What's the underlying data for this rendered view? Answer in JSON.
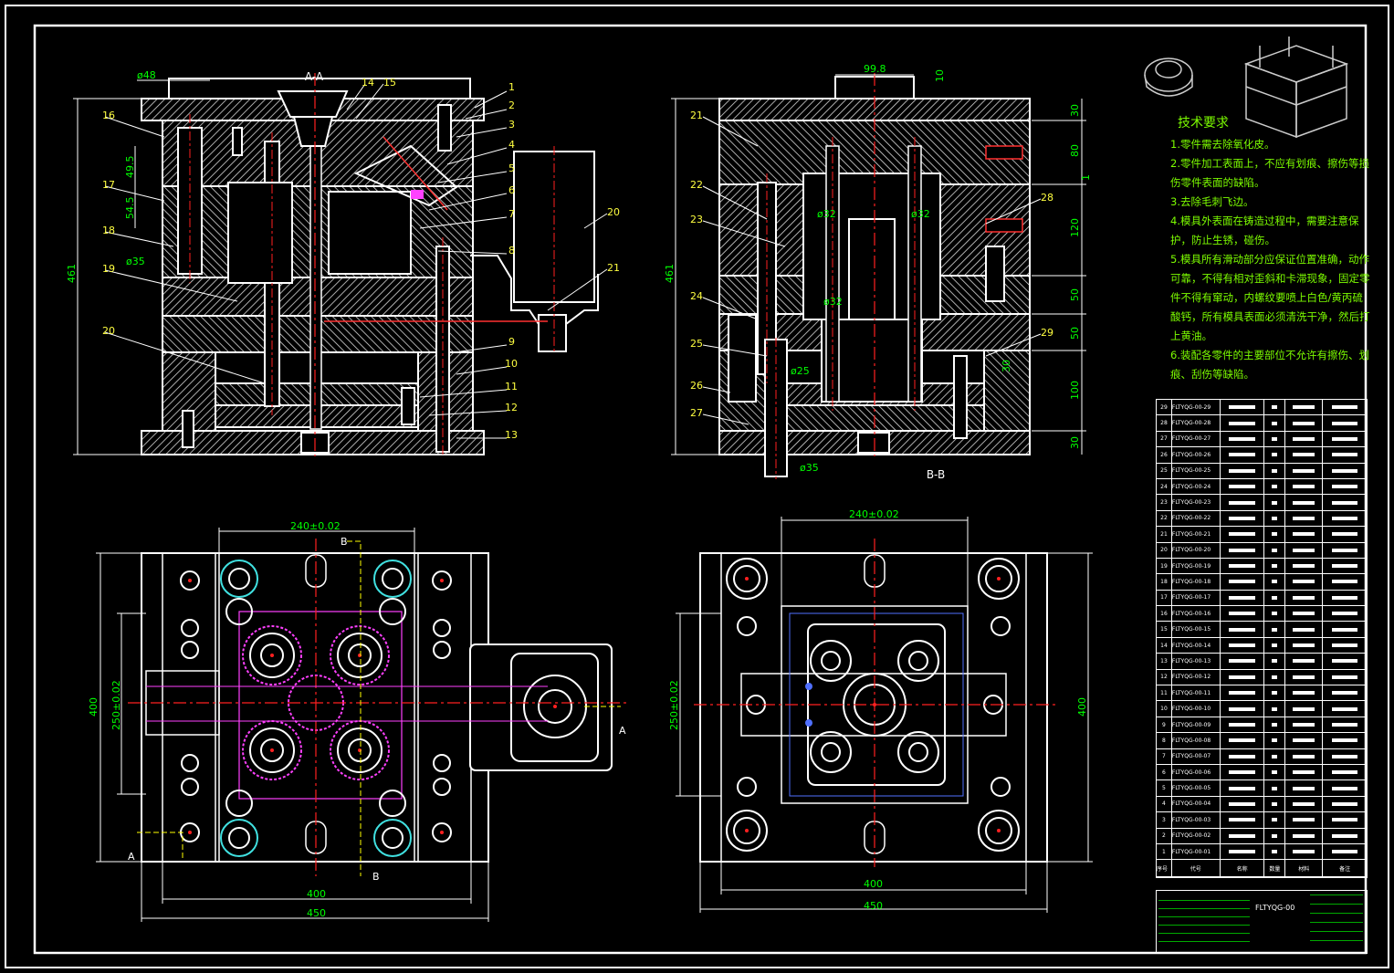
{
  "section_titles": {
    "aa": "A-A",
    "bb": "B-B",
    "cut_a_left": "A",
    "cut_a_right": "A",
    "cut_b_top": "B",
    "cut_b_bottom": "B"
  },
  "view_aa": {
    "callouts_right": [
      "1",
      "2",
      "3",
      "4",
      "5",
      "6",
      "7",
      "8",
      "9",
      "10",
      "11",
      "12",
      "13"
    ],
    "callouts_left": [
      "16",
      "17",
      "18",
      "19",
      "20"
    ],
    "callouts_top": [
      "14",
      "15"
    ],
    "callout_21": "21",
    "callout_20": "20",
    "dims": {
      "d48": "ø48",
      "d35": "ø35",
      "h495": "49.5",
      "h545": "54.5",
      "overall": "461"
    }
  },
  "view_bb": {
    "callouts_left": [
      "21",
      "22",
      "23",
      "24",
      "25",
      "26",
      "27"
    ],
    "callouts_right": [
      "28",
      "29"
    ],
    "dims": {
      "w998": "99.8",
      "t10": "10",
      "overall": "461",
      "d35": "ø35",
      "d25": "ø25",
      "d32a": "ø32",
      "d32b": "ø32",
      "d32c": "ø32",
      "h30": "30",
      "s30": "30",
      "s80": "80",
      "s120": "120",
      "s50a": "50",
      "s50b": "50",
      "s100": "100",
      "s30b": "30",
      "one": "1"
    }
  },
  "plan_left": {
    "w240": "240±0.02",
    "h250": "250±0.02",
    "h400": "400",
    "w400": "400",
    "w450": "450"
  },
  "plan_right": {
    "w240": "240±0.02",
    "h250": "250±0.02",
    "h400": "400",
    "w400": "400",
    "w450": "450"
  },
  "notes": {
    "title": "技术要求",
    "items": [
      "1.零件需去除氧化皮。",
      "2.零件加工表面上，不应有划痕、擦伤等损伤零件表面的缺陷。",
      "3.去除毛刺飞边。",
      "4.模具外表面在铸造过程中，需要注意保护，防止生锈，碰伤。",
      "5.模具所有滑动部分应保证位置准确，动作可靠，不得有相对歪斜和卡滞现象，固定零件不得有窜动，内螺纹要喷上白色/黄丙硫酸钙，所有模具表面必须清洗干净，然后打上黄油。",
      "6.装配各零件的主要部位不允许有擦伤、划痕、刮伤等缺陷。"
    ]
  },
  "bom_header": [
    "序号",
    "代号",
    "名称",
    "数量",
    "材料",
    "备注"
  ],
  "bom_ids": [
    "29",
    "28",
    "27",
    "26",
    "25",
    "24",
    "23",
    "22",
    "21",
    "20",
    "19",
    "18",
    "17",
    "16",
    "15",
    "14",
    "13",
    "12",
    "11",
    "10",
    "9",
    "8",
    "7",
    "6",
    "5",
    "4",
    "3",
    "2",
    "1"
  ],
  "bom_codes": [
    "FLTYQG-00-29",
    "FLTYQG-00-28",
    "FLTYQG-00-27",
    "FLTYQG-00-26",
    "FLTYQG-00-25",
    "FLTYQG-00-24",
    "FLTYQG-00-23",
    "FLTYQG-00-22",
    "FLTYQG-00-21",
    "FLTYQG-00-20",
    "FLTYQG-00-19",
    "FLTYQG-00-18",
    "FLTYQG-00-17",
    "FLTYQG-00-16",
    "FLTYQG-00-15",
    "FLTYQG-00-14",
    "FLTYQG-00-13",
    "FLTYQG-00-12",
    "FLTYQG-00-11",
    "FLTYQG-00-10",
    "FLTYQG-00-09",
    "FLTYQG-00-08",
    "FLTYQG-00-07",
    "FLTYQG-00-06",
    "FLTYQG-00-05",
    "FLTYQG-00-04",
    "FLTYQG-00-03",
    "FLTYQG-00-02",
    "FLTYQG-00-01"
  ],
  "title_block": {
    "drawing_no": "FLTYQG-00"
  },
  "colors": {
    "outline": "#ffffff",
    "dims": "#00ff00",
    "centerline": "#ff2020",
    "pink": "#ff40ff",
    "cyan": "#40e0e0",
    "yellow": "#ffff00",
    "note_text": "#7CFC00"
  }
}
